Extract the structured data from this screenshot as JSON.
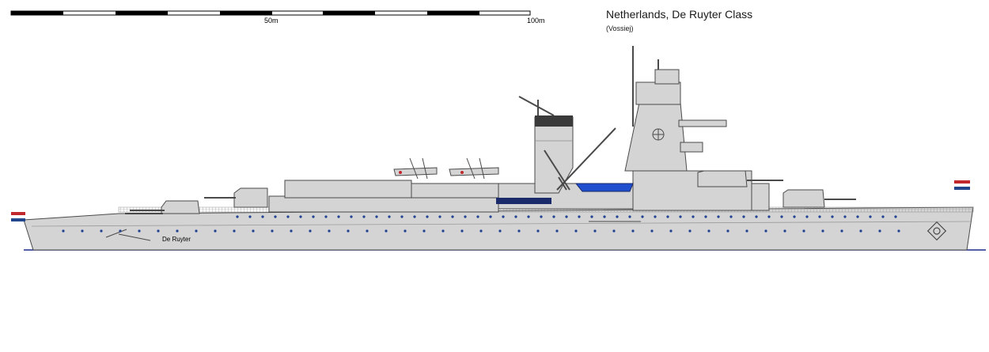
{
  "title": "Netherlands, De Ruyter Class",
  "credit": "(Vossiej)",
  "scale": {
    "mid_label": "50m",
    "end_label": "100m"
  },
  "hull_name": "De Ruyter",
  "colors": {
    "hull": "#d4d4d4",
    "outline": "#4a4a4a",
    "portholes": "#1f3f8f",
    "waterline": "#1c2c8c",
    "boat": "#1f4fcf",
    "funnel_cap": "#3a3a3a",
    "flag_red": "#c0282d",
    "flag_white": "#ffffff",
    "flag_blue": "#21468b"
  }
}
